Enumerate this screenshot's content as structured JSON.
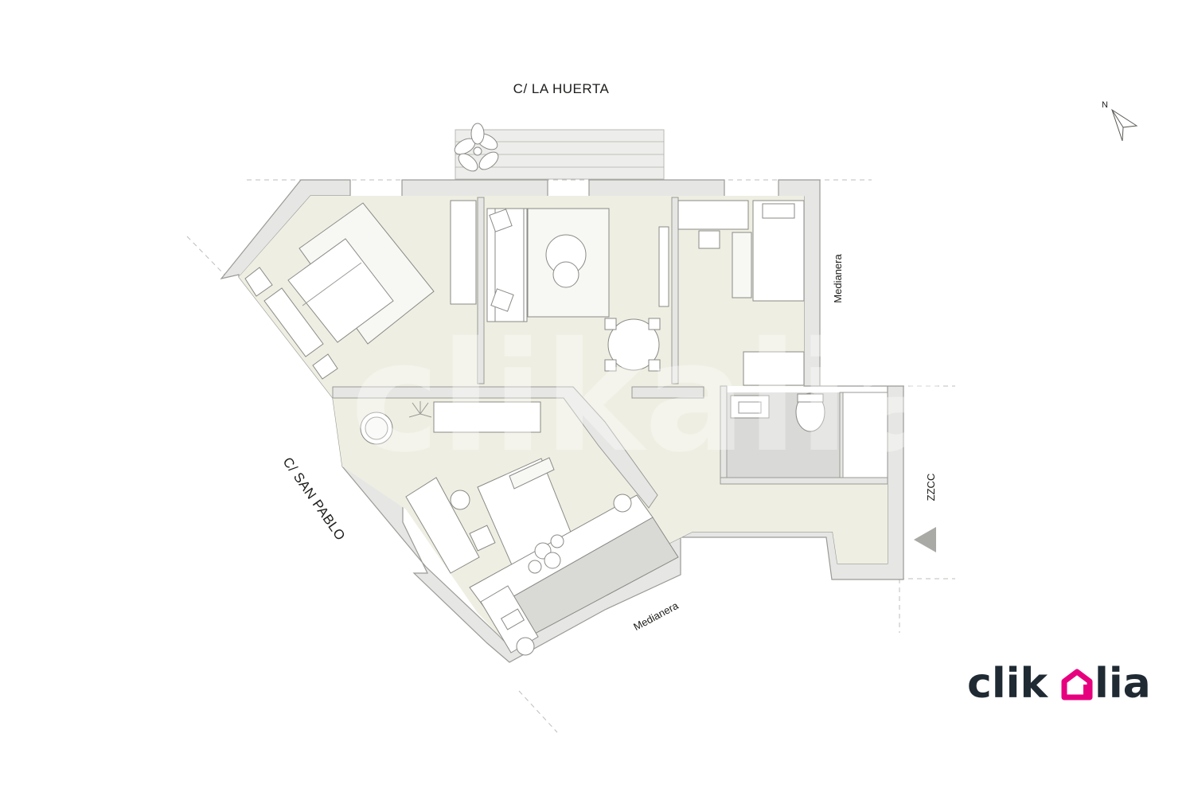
{
  "streets": {
    "north": "C/ LA HUERTA",
    "west": "C/ SAN PABLO"
  },
  "boundaries": {
    "east_wall": "Medianera",
    "south_wall": "Medianera",
    "common_zone": "ZZCC"
  },
  "compass": {
    "north_label": "N"
  },
  "brand": {
    "name": "clikalia",
    "name_part1": "clik",
    "name_part2": "lia",
    "accent_color": "#e6007e",
    "text_color": "#1f2a33"
  },
  "watermark": "clikalia",
  "colors": {
    "floor": "#eeeee2",
    "wall": "#e6e6e4",
    "furniture": "#ffffff"
  }
}
